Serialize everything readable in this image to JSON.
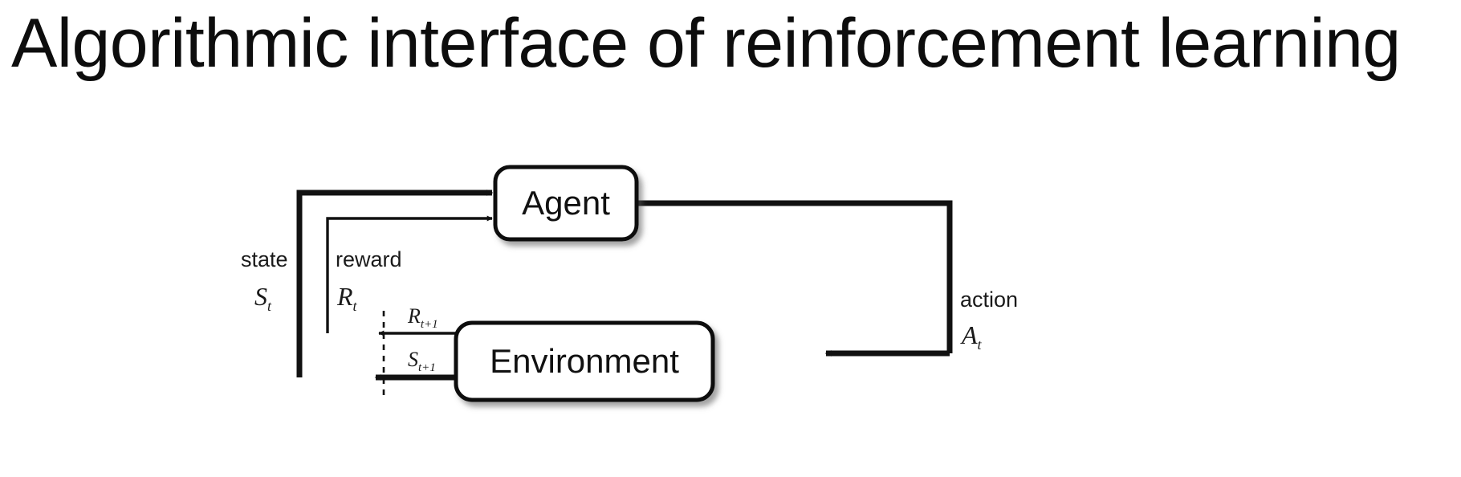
{
  "slide": {
    "title": "Algorithmic interface of reinforcement learning",
    "background_color": "#ffffff",
    "ink_color": "#000000"
  },
  "diagram": {
    "type": "agent-environment-interaction-loop",
    "nodes": [
      {
        "id": "agent",
        "label": "Agent",
        "shape": "rounded-rectangle",
        "shadow": true
      },
      {
        "id": "environment",
        "label": "Environment",
        "shape": "rounded-rectangle",
        "shadow": true
      }
    ],
    "edges": [
      {
        "id": "state-to-agent",
        "from": "environment",
        "to": "agent",
        "name_label": "state",
        "symbol_label": "S",
        "symbol_subscript": "t",
        "stroke_weight": "thick",
        "direction": "into-agent"
      },
      {
        "id": "reward-to-agent",
        "from": "environment",
        "to": "agent",
        "name_label": "reward",
        "symbol_label": "R",
        "symbol_subscript": "t",
        "stroke_weight": "thin",
        "direction": "into-agent"
      },
      {
        "id": "action-to-environment",
        "from": "agent",
        "to": "environment",
        "name_label": "action",
        "symbol_label": "A",
        "symbol_subscript": "t",
        "stroke_weight": "thick",
        "direction": "into-environment"
      }
    ],
    "next_step_labels": [
      {
        "id": "reward-next",
        "symbol_label": "R",
        "symbol_subscript": "t+1"
      },
      {
        "id": "state-next",
        "symbol_label": "S",
        "symbol_subscript": "t+1"
      }
    ],
    "time_boundary": {
      "id": "timestep-divider",
      "style": "dashed-vertical-line"
    }
  }
}
